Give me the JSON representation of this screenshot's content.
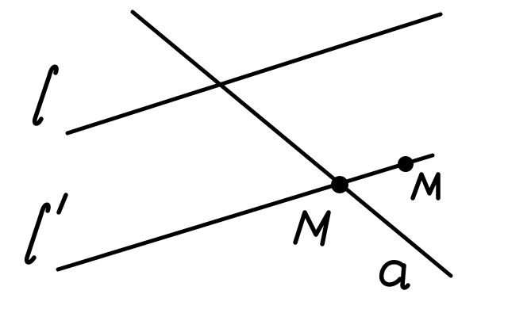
{
  "colors": {
    "ink": "#000000",
    "background": "#ffffff"
  },
  "labels": {
    "line_l": "l",
    "line_l_prime": "l′",
    "line_a": "a",
    "point_on_l_prime": "M",
    "point_on_extension": "M"
  }
}
